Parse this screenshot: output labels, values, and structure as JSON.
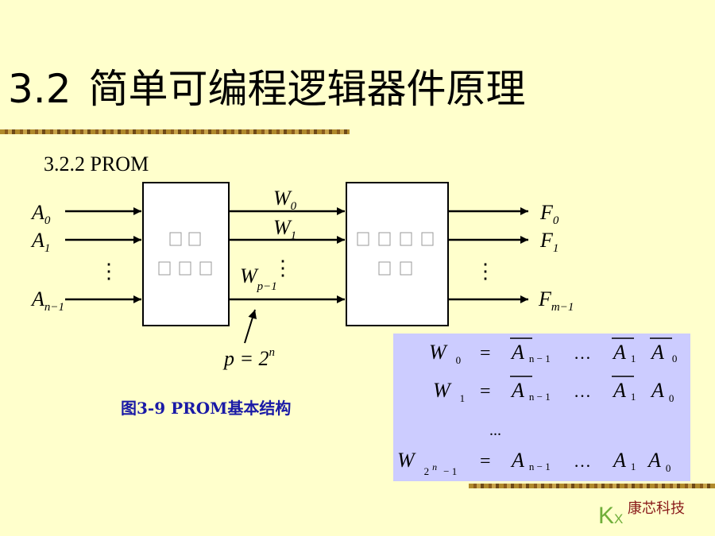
{
  "title": {
    "number": "3.2",
    "text": "简单可编程逻辑器件原理"
  },
  "subhead": "3.2.2 PROM",
  "diagram": {
    "inputs": [
      {
        "base": "A",
        "sub": "0"
      },
      {
        "base": "A",
        "sub": "1"
      },
      {
        "base": "A",
        "sub": "n−1"
      }
    ],
    "words": [
      {
        "base": "W",
        "sub": "0"
      },
      {
        "base": "W",
        "sub": "1"
      },
      {
        "base": "W",
        "sub": "p−1"
      }
    ],
    "outputs": [
      {
        "base": "F",
        "sub": "0"
      },
      {
        "base": "F",
        "sub": "1"
      },
      {
        "base": "F",
        "sub": "m−1"
      }
    ],
    "dots": "⋮",
    "p_eq": {
      "left": "p = 2",
      "sup": "n"
    }
  },
  "caption": "图3-9 PROM基本结构",
  "equations": {
    "eq1": {
      "lhs": "W",
      "lhs_sub": "0"
    },
    "eq2": {
      "lhs": "W",
      "lhs_sub": "1"
    },
    "eq3": {
      "lhs": "W",
      "lhs_sub_base": "2",
      "lhs_sub_sup": "n",
      "lhs_sub_tail": "− 1"
    },
    "equals": "=",
    "ellipsis": "…",
    "mid_dots": "...",
    "A": "A",
    "n1": "n − 1",
    "s1": "1",
    "s0": "0"
  },
  "footer": {
    "company": "康芯科技",
    "logo_k": "K",
    "logo_x": "X"
  }
}
